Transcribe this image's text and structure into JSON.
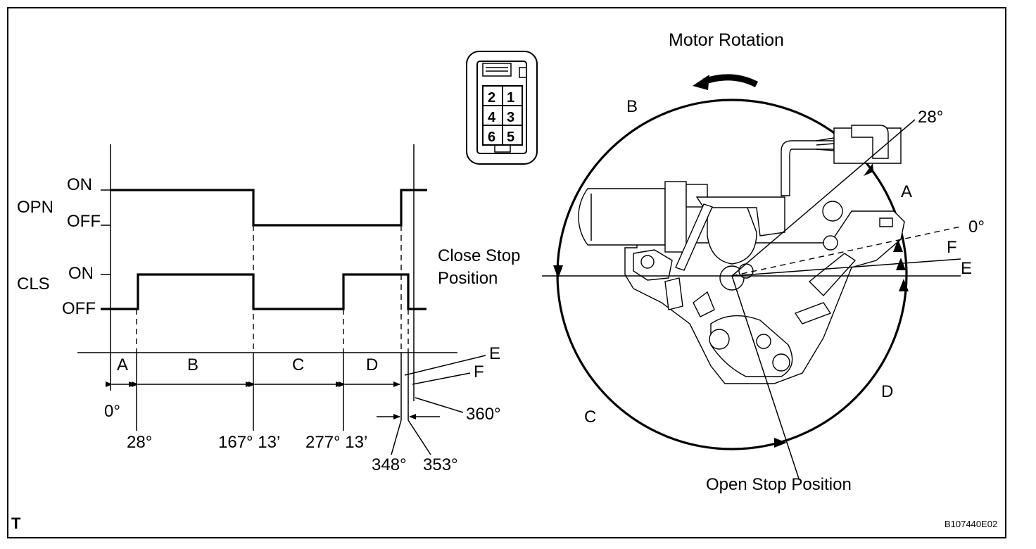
{
  "timing_chart": {
    "signals": [
      {
        "name": "OPN",
        "on_label": "ON",
        "off_label": "OFF"
      },
      {
        "name": "CLS",
        "on_label": "ON",
        "off_label": "OFF"
      }
    ],
    "sections": [
      "A",
      "B",
      "C",
      "D"
    ],
    "small_sections": [
      "E",
      "F"
    ],
    "angles": [
      "0°",
      "28°",
      "167° 13’",
      "277° 13’",
      "348°",
      "353°",
      "360°"
    ]
  },
  "connector": {
    "pins": [
      "2",
      "1",
      "4",
      "3",
      "6",
      "5"
    ]
  },
  "motor_view": {
    "title": "Motor Rotation",
    "zone_labels": [
      "B",
      "A",
      "C",
      "D",
      "E",
      "F"
    ],
    "angle_labels": [
      "28°",
      "0°"
    ],
    "close_stop_label": [
      "Close Stop",
      "Position"
    ],
    "open_stop_label": "Open Stop Position"
  },
  "footer": {
    "corner_mark": "T",
    "figure_code": "B107440E02"
  }
}
